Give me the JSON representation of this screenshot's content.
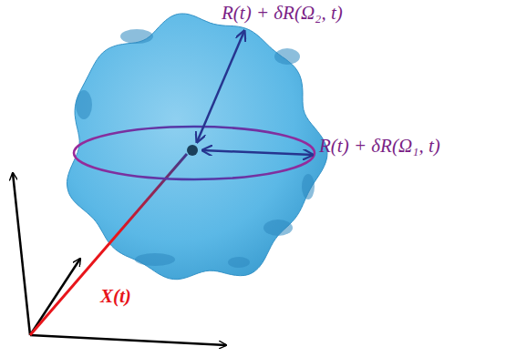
{
  "diagram": {
    "labels": [
      "R(t) + δR(Ω₂, t)",
      "R(t) + δR(Ω₁, t)",
      "X(t)"
    ]
  }
}
